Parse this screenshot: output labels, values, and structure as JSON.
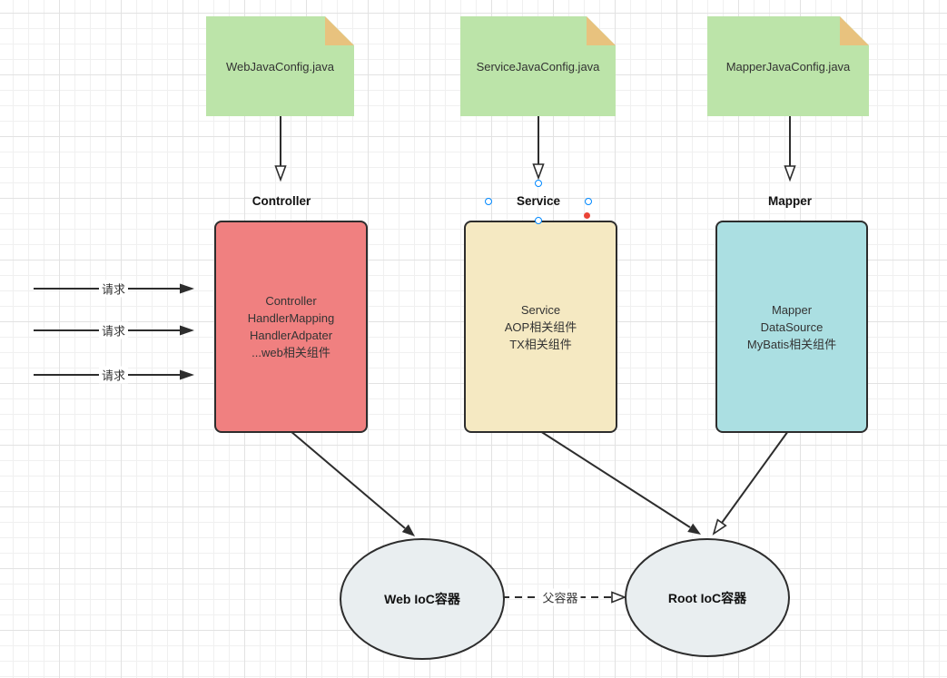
{
  "config_files": [
    {
      "label": "WebJavaConfig.java"
    },
    {
      "label": "ServiceJavaConfig.java"
    },
    {
      "label": "MapperJavaConfig.java"
    }
  ],
  "layers": [
    {
      "title": "Controller",
      "lines": [
        "Controller",
        "HandlerMapping",
        "HandlerAdpater",
        "...web相关组件"
      ]
    },
    {
      "title": "Service",
      "lines": [
        "Service",
        "AOP相关组件",
        "TX相关组件"
      ]
    },
    {
      "title": "Mapper",
      "lines": [
        "Mapper",
        "DataSource",
        "MyBatis相关组件"
      ]
    }
  ],
  "request_label": "请求",
  "containers": [
    {
      "label": "Web IoC容器"
    },
    {
      "label": "Root IoC容器"
    }
  ],
  "parent_edge_label": "父容器",
  "colors": {
    "document_fill": "#bce4a9",
    "document_fold": "#e8c27e",
    "controller_fill": "#f08080",
    "service_fill": "#f5e9c2",
    "mapper_fill": "#abdfe2",
    "container_fill": "#e9eef0",
    "stroke": "#2d2d2d",
    "selection_handle_blue": "#0088ff",
    "selection_handle_red": "#ea4335"
  }
}
